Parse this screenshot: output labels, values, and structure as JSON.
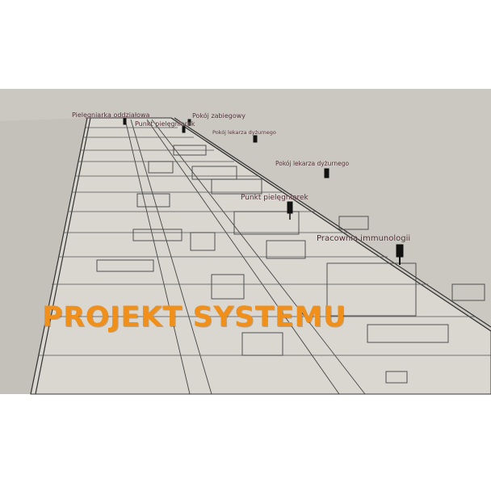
{
  "title": "PROJEKT SYSTEMU",
  "colors": {
    "title": "#f0901a",
    "background": "#ffffff",
    "plan_bg": "#cbc8c1",
    "floor": "#dcd9d3",
    "wall": "#3a3a3a",
    "label": "#4a2830",
    "marker": "#111111"
  },
  "labels": [
    {
      "text": "Pielęgniarka oddziałowa"
    },
    {
      "text": "Pokój zabiegowy"
    },
    {
      "text": "Punkt pielęgniarek"
    },
    {
      "text": "Pokój lekarza dyżurnego"
    },
    {
      "text": "Pokój lekarza dyżurnego"
    },
    {
      "text": "Punkt pielęgniarek"
    },
    {
      "text": "Pracownia immunologii"
    }
  ]
}
